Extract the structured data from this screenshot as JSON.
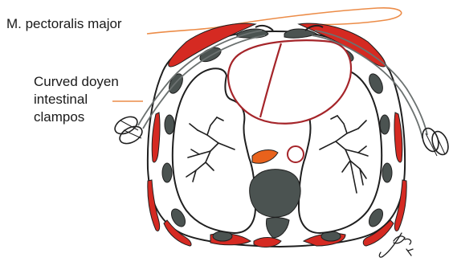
{
  "labels": {
    "pectoralis": "M. pectoralis major",
    "clamp_line1": "Curved doyen",
    "clamp_line2": "intestinal",
    "clamp_line3": "clampos"
  },
  "colors": {
    "muscle_red": "#d52a22",
    "bone_gray": "#4b5351",
    "outline": "#1f1f1f",
    "heart_outline": "#a5252a",
    "esophagus_orange": "#e8621c",
    "leader_orange": "#ec8c48",
    "clamp_gray": "#6b7170"
  },
  "icons": {
    "signature": "artist-signature-icon"
  }
}
